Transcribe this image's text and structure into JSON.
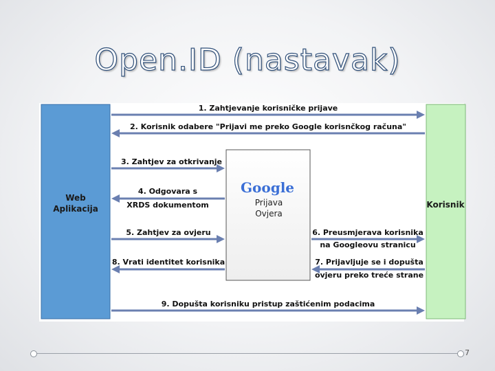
{
  "slide": {
    "title": "Open.ID (nastavak)",
    "page_number": "7"
  },
  "diagram": {
    "left_box": {
      "line1": "Web",
      "line2": "Aplikacija",
      "color": "#5b9bd5"
    },
    "right_box": {
      "label": "Korisnik",
      "color": "#c6f2c0"
    },
    "center_box": {
      "logo": "Google",
      "line1": "Prijava",
      "line2": "Ovjera"
    },
    "steps": [
      {
        "line1": "1. Zahtjevanje korisničke prijave",
        "line2": ""
      },
      {
        "line1": "2. Korisnik odabere \"Prijavi me preko Google korisnčkog računa\"",
        "line2": ""
      },
      {
        "line1": "3. Zahtjev za  otkrivanje",
        "line2": ""
      },
      {
        "line1": "4. Odgovara s",
        "line2": "XRDS dokumentom"
      },
      {
        "line1": "5. Zahtjev za ovjeru",
        "line2": ""
      },
      {
        "line1": "6. Preusmjerava korisnika",
        "line2": "na Googleovu stranicu"
      },
      {
        "line1": "8. Vrati identitet korisnika",
        "line2": ""
      },
      {
        "line1": "7. Prijavljuje se i dopušta",
        "line2": "ovjeru preko treće strane"
      },
      {
        "line1": "9. Dopušta korisniku pristup zaštićenim podacima",
        "line2": ""
      }
    ]
  }
}
